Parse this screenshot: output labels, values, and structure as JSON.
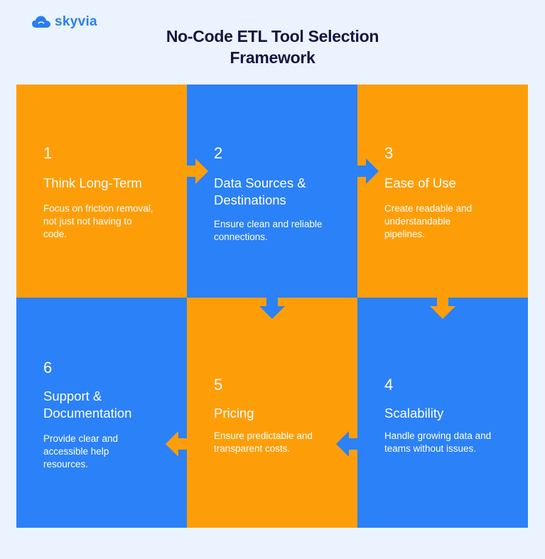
{
  "brand": {
    "name": "skyvia",
    "color": "#2a7ef0",
    "icon": "cloud-icon"
  },
  "title_line1": "No-Code ETL Tool Selection",
  "title_line2": "Framework",
  "colors": {
    "orange": "#fd9e09",
    "blue": "#2b81f8",
    "title": "#101842",
    "background": "#ebf3fe"
  },
  "steps": [
    {
      "number": "1",
      "heading": "Think Long-Term",
      "description": "Focus on friction removal, not just not having to code."
    },
    {
      "number": "2",
      "heading": "Data Sources & Destinations",
      "description": "Ensure clean and reliable connections."
    },
    {
      "number": "3",
      "heading": "Ease of Use",
      "description": "Create readable and understandable pipelines."
    },
    {
      "number": "4",
      "heading": "Scalability",
      "description": "Handle growing data and teams without issues."
    },
    {
      "number": "5",
      "heading": "Pricing",
      "description": "Ensure predictable and transparent costs."
    },
    {
      "number": "6",
      "heading": "Support & Documentation",
      "description": "Provide clear and accessible help resources."
    }
  ]
}
